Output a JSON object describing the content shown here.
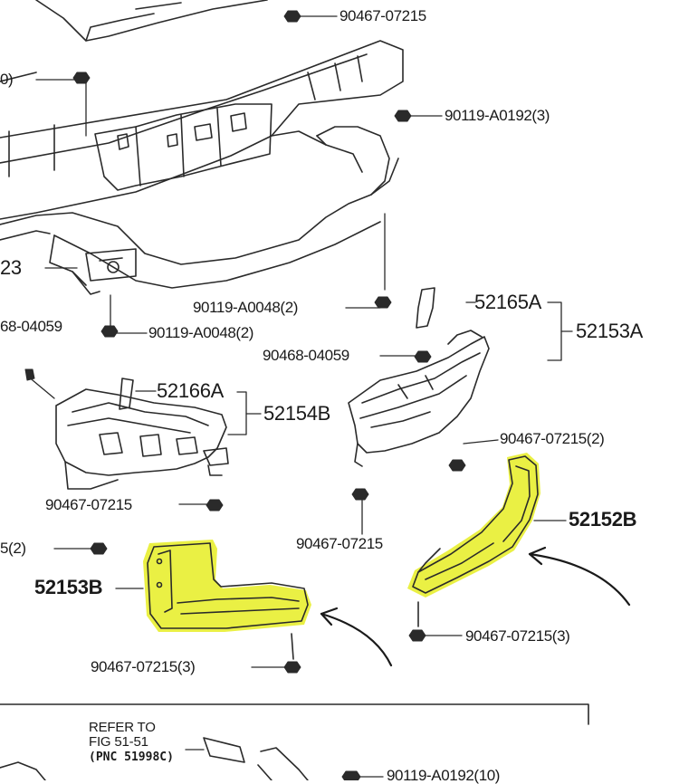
{
  "labels": {
    "p_90467_07215_top": "90467-07215",
    "p_cut_0": "0)",
    "p_90119_A0192_3": "90119-A0192(3)",
    "p_cut_23": "23",
    "p_90119_A0048_2_right": "90119-A0048(2)",
    "p_68_04059": "68-04059",
    "p_90119_A0048_2_left": "90119-A0048(2)",
    "p_52165A": "52165A",
    "p_52153A": "52153A",
    "p_90468_04059": "90468-04059",
    "p_52166A": "52166A",
    "p_52154B": "52154B",
    "p_90467_07215_2": "90467-07215(2)",
    "p_90467_07215_mid_left": "90467-07215",
    "p_52152B": "52152B",
    "p_90467_07215_mid_right": "90467-07215",
    "p_cut_5_2": "5(2)",
    "p_52153B": "52153B",
    "p_90467_07215_3_right": "90467-07215(3)",
    "p_90467_07215_3_left": "90467-07215(3)",
    "p_90119_A0192_10": "90119-A0192(10)"
  },
  "reference_note": {
    "line1": "REFER TO",
    "line2": "FIG 51-51",
    "line3": "(PNC 51998C)"
  },
  "colors": {
    "line": "#2a2a2a",
    "highlight": "#e9ef3a"
  }
}
